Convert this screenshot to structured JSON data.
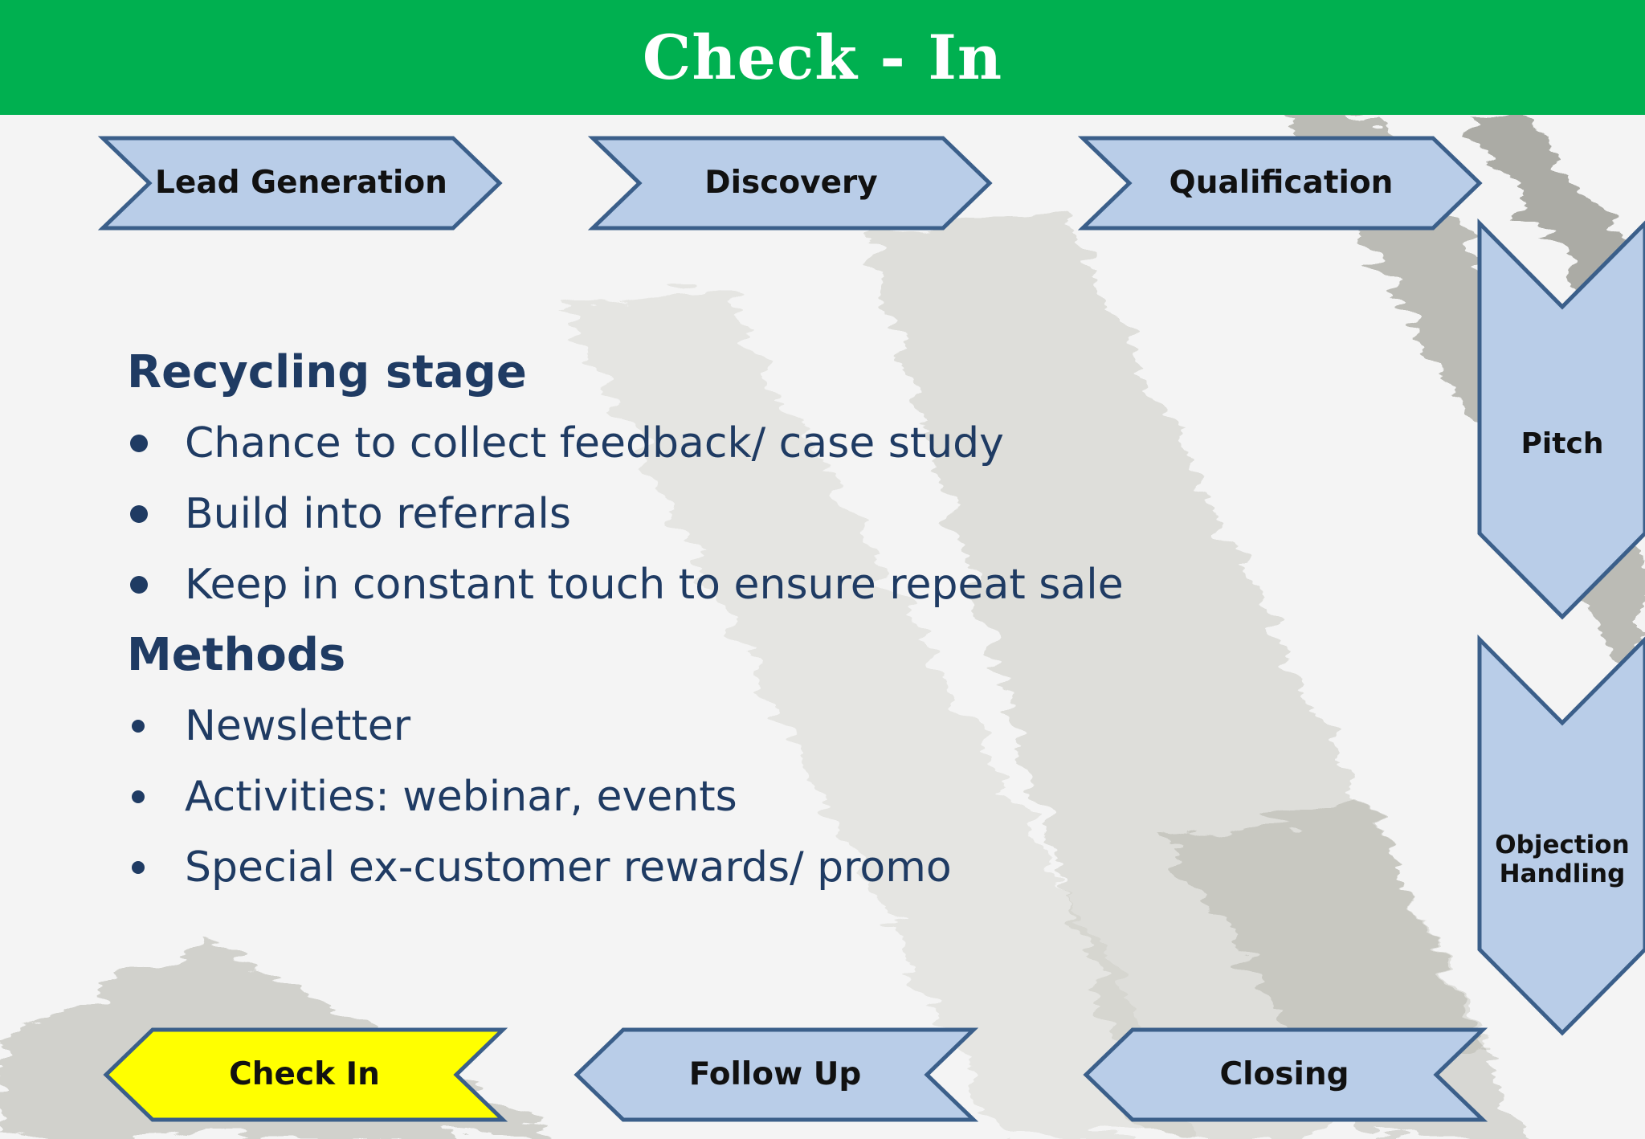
{
  "title": "Check - In",
  "colors": {
    "title_bar": "#00b050",
    "step_fill": "#b9cde8",
    "step_border": "#3b5f8a",
    "active_fill": "#ffff00",
    "text_dark": "#1f3b63"
  },
  "flow": {
    "steps": [
      {
        "label": "Lead Generation",
        "direction": "right",
        "active": false
      },
      {
        "label": "Discovery",
        "direction": "right",
        "active": false
      },
      {
        "label": "Qualification",
        "direction": "right",
        "active": false
      },
      {
        "label": "Pitch",
        "direction": "down",
        "active": false
      },
      {
        "label": "Objection\nHandling",
        "direction": "down",
        "active": false
      },
      {
        "label": "Closing",
        "direction": "left",
        "active": false
      },
      {
        "label": "Follow Up",
        "direction": "left",
        "active": false
      },
      {
        "label": "Check In",
        "direction": "left",
        "active": true
      }
    ]
  },
  "content": {
    "section1": {
      "heading": "Recycling stage",
      "items": [
        "Chance to collect feedback/ case study",
        "Build into referrals",
        "Keep in constant touch to ensure repeat sale"
      ]
    },
    "section2": {
      "heading": "Methods",
      "items": [
        "Newsletter",
        "Activities: webinar, events",
        "Special ex-customer rewards/ promo"
      ]
    }
  }
}
